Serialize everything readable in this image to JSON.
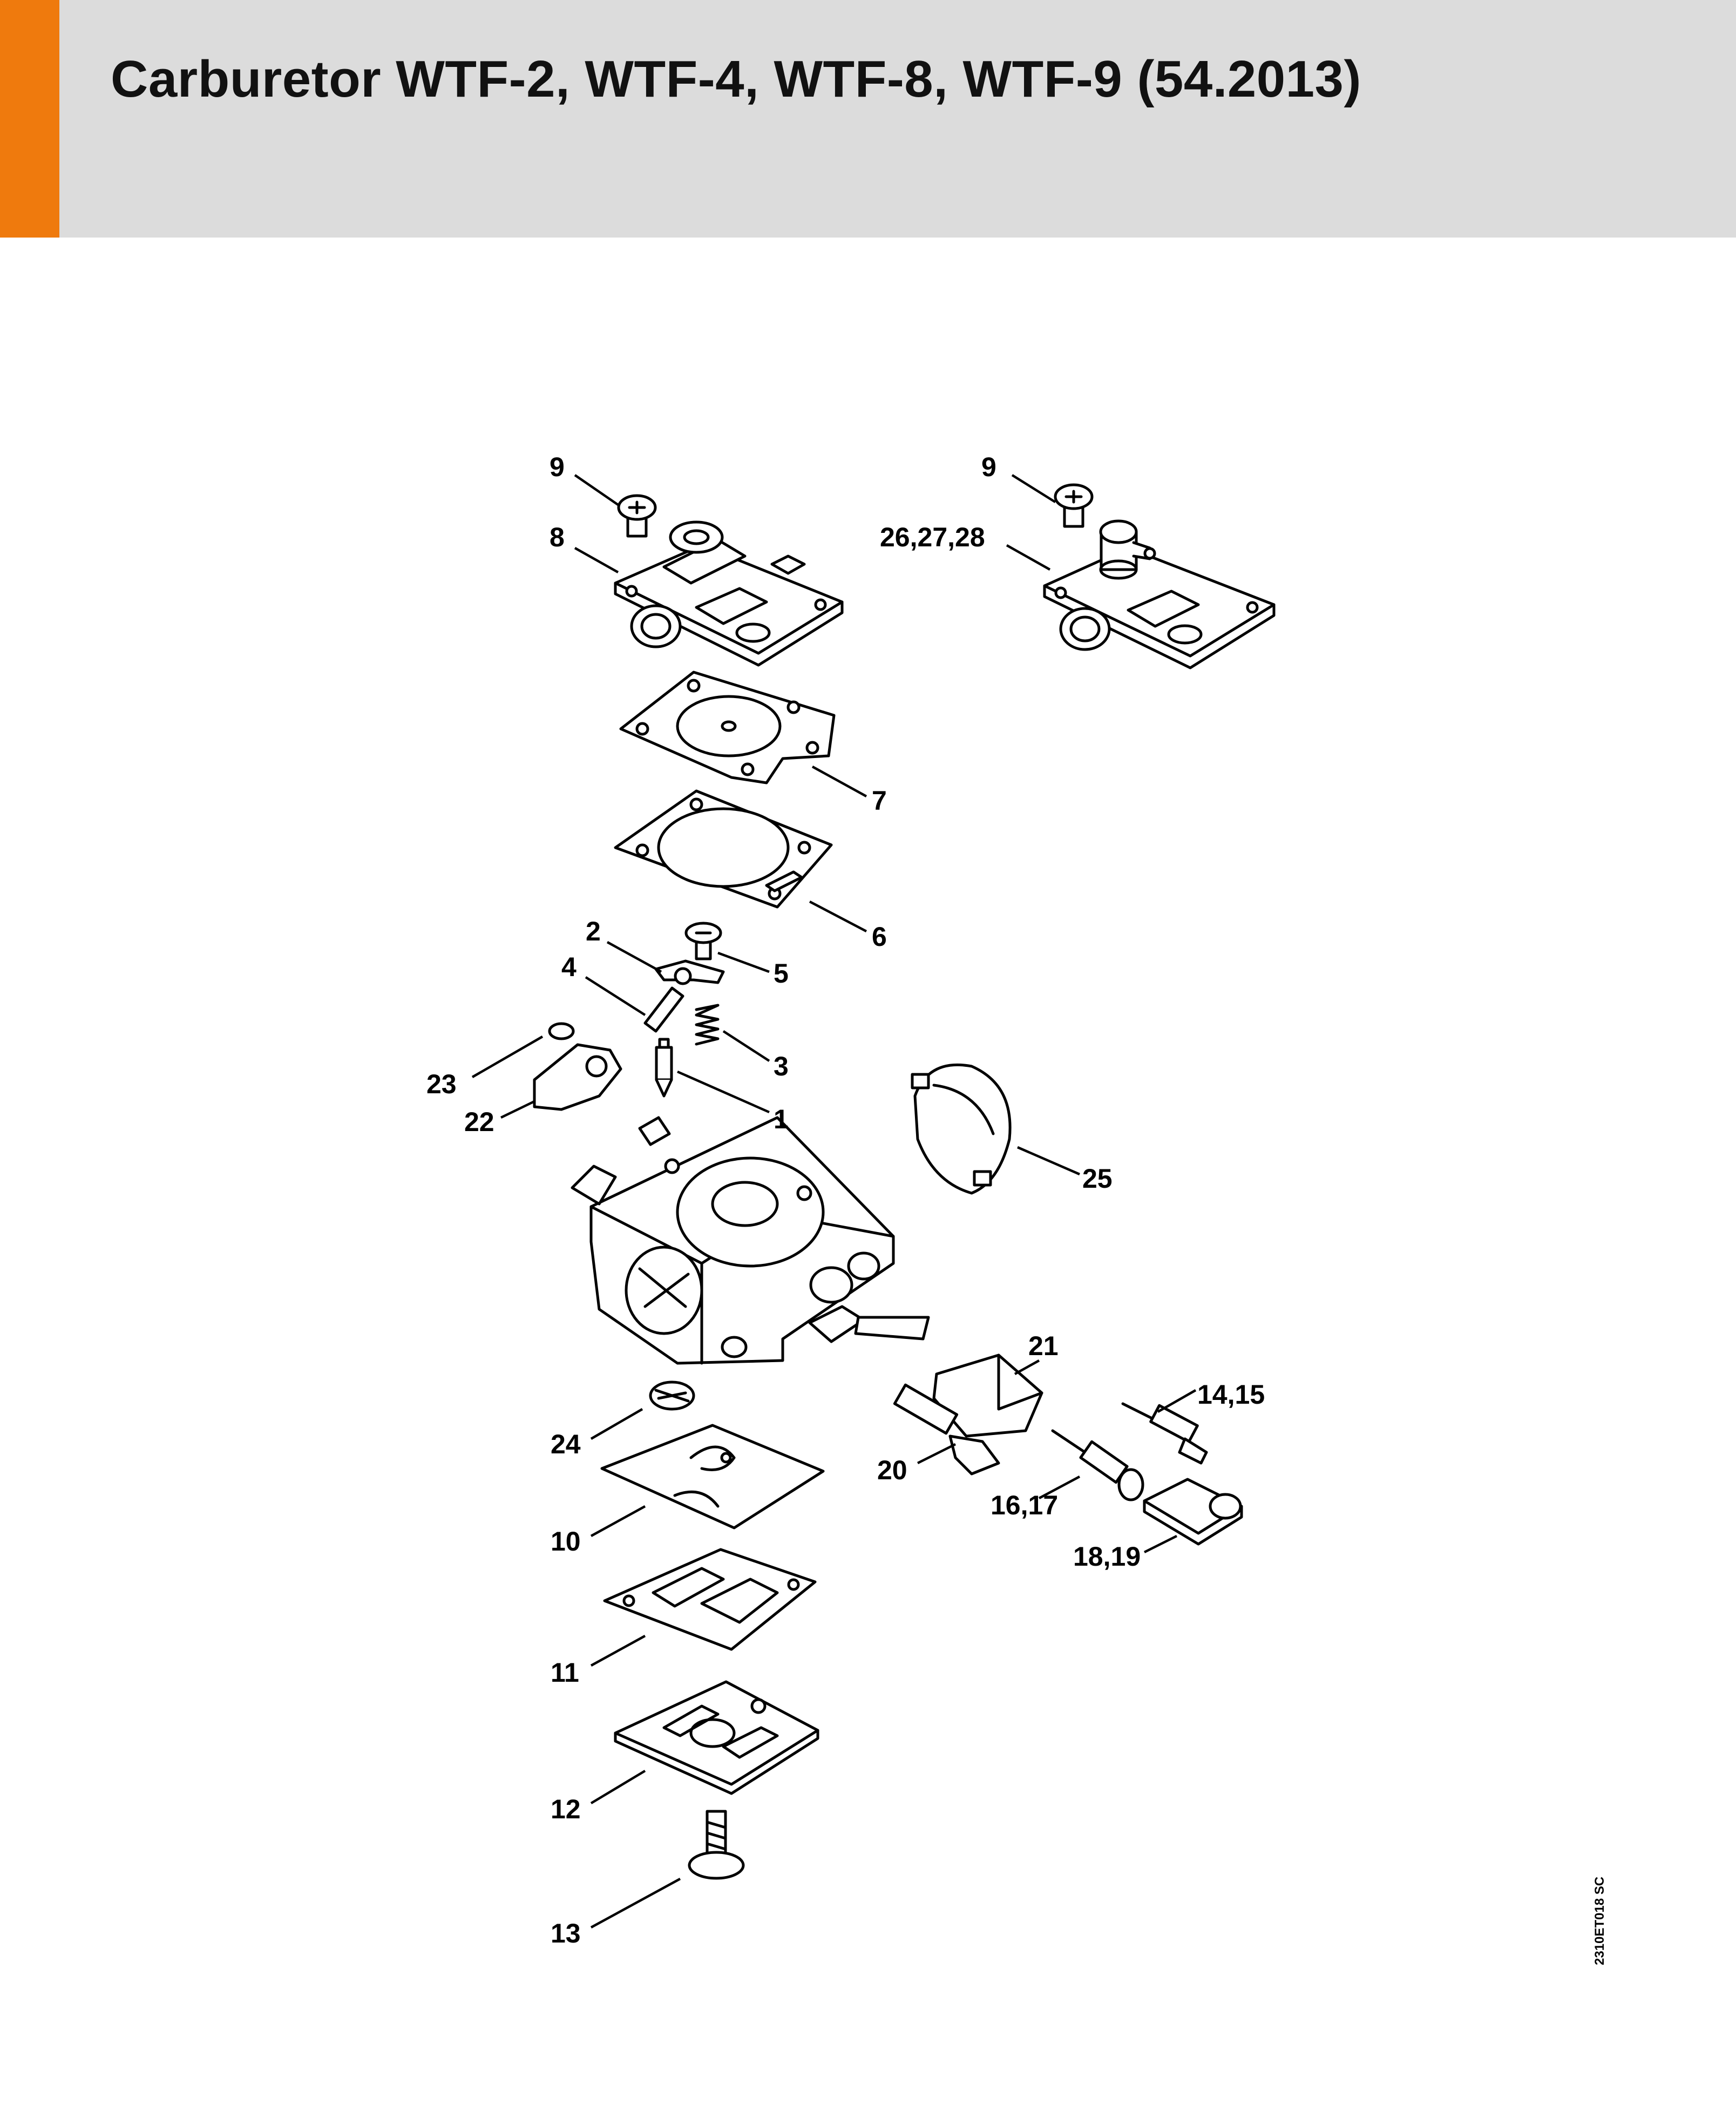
{
  "header": {
    "title": "Carburetor WTF-2, WTF-4, WTF-8, WTF-9 (54.2013)",
    "accent_color": "#ef7a0d",
    "background_color": "#dcdcdc"
  },
  "diagram": {
    "callouts": [
      {
        "id": "c9a",
        "label": "9"
      },
      {
        "id": "c8",
        "label": "8"
      },
      {
        "id": "c9b",
        "label": "9"
      },
      {
        "id": "c26",
        "label": "26,27,28"
      },
      {
        "id": "c7",
        "label": "7"
      },
      {
        "id": "c6",
        "label": "6"
      },
      {
        "id": "c2",
        "label": "2"
      },
      {
        "id": "c4",
        "label": "4"
      },
      {
        "id": "c5",
        "label": "5"
      },
      {
        "id": "c3",
        "label": "3"
      },
      {
        "id": "c23",
        "label": "23"
      },
      {
        "id": "c22",
        "label": "22"
      },
      {
        "id": "c1",
        "label": "1"
      },
      {
        "id": "c25",
        "label": "25"
      },
      {
        "id": "c21",
        "label": "21"
      },
      {
        "id": "c14",
        "label": "14,15"
      },
      {
        "id": "c24",
        "label": "24"
      },
      {
        "id": "c20",
        "label": "20"
      },
      {
        "id": "c16",
        "label": "16,17"
      },
      {
        "id": "c18",
        "label": "18,19"
      },
      {
        "id": "c10",
        "label": "10"
      },
      {
        "id": "c11",
        "label": "11"
      },
      {
        "id": "c12",
        "label": "12"
      },
      {
        "id": "c13",
        "label": "13"
      }
    ]
  },
  "image_code": "2310ET018 SC"
}
